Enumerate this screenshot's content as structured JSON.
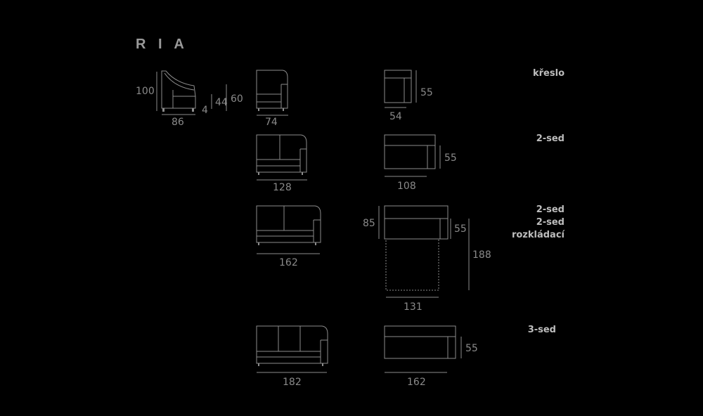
{
  "title": "R I A",
  "profile": {
    "h_total": "100",
    "h_60": "60",
    "h_44": "44",
    "h_4": "4",
    "depth": "86"
  },
  "rows": [
    {
      "labels": [
        "křeslo"
      ],
      "front_width": "74",
      "top_width": "54",
      "top_depth": "55"
    },
    {
      "labels": [
        "2-sed"
      ],
      "front_width": "128",
      "top_width": "108",
      "top_depth": "55"
    },
    {
      "labels": [
        "2-sed",
        "2-sed",
        "rozkládací"
      ],
      "front_width": "162",
      "top_width": "131",
      "top_depth": "55",
      "top_depth_back": "85",
      "bed_length": "188"
    },
    {
      "labels": [
        "3-sed"
      ],
      "front_width": "182",
      "top_width": "162",
      "top_depth": "55"
    }
  ],
  "colors": {
    "background": "#000000",
    "line": "#8c8c8c",
    "text": "#8a8a8a",
    "label": "#bdbdbd"
  }
}
